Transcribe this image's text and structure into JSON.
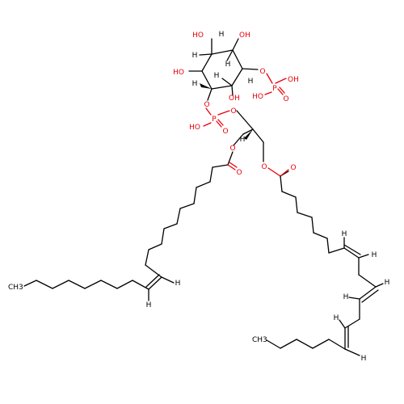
{
  "colors": {
    "oxygen": "#e8000b",
    "phosphorus": "#e8000b",
    "carbon": "#000000",
    "hydrogen": "#000000"
  },
  "labels": {
    "ho_top1": "HO",
    "oh_top2": "OH",
    "h_top": "H",
    "h_left1": "H",
    "h_ring2": "H",
    "h_ring3": "H",
    "ho_left": "HO",
    "h_left2": "H",
    "oh_mid": "OH",
    "o_ring_p": "O",
    "p_top": "P",
    "oh_p1": "OH",
    "ho_p1": "HO",
    "o_dbl_p1": "O",
    "h_ring_r": "H",
    "o_link1": "O",
    "p_mid": "P",
    "o_link2": "O",
    "ho_p2": "HO",
    "o_dbl_p2": "O",
    "h_glyc": "H",
    "o_ester1": "O",
    "o_carbonyl1": "O",
    "o_ester2": "O",
    "o_carbonyl2": "O",
    "h_db1a": "H",
    "h_db1b": "H",
    "h_db2a": "H",
    "h_db2b": "H",
    "h_db3a": "H",
    "h_db3b": "H",
    "h_db4a": "H",
    "h_db4b": "H",
    "ch3_left": "CH3",
    "ch3_right": "CH3"
  }
}
